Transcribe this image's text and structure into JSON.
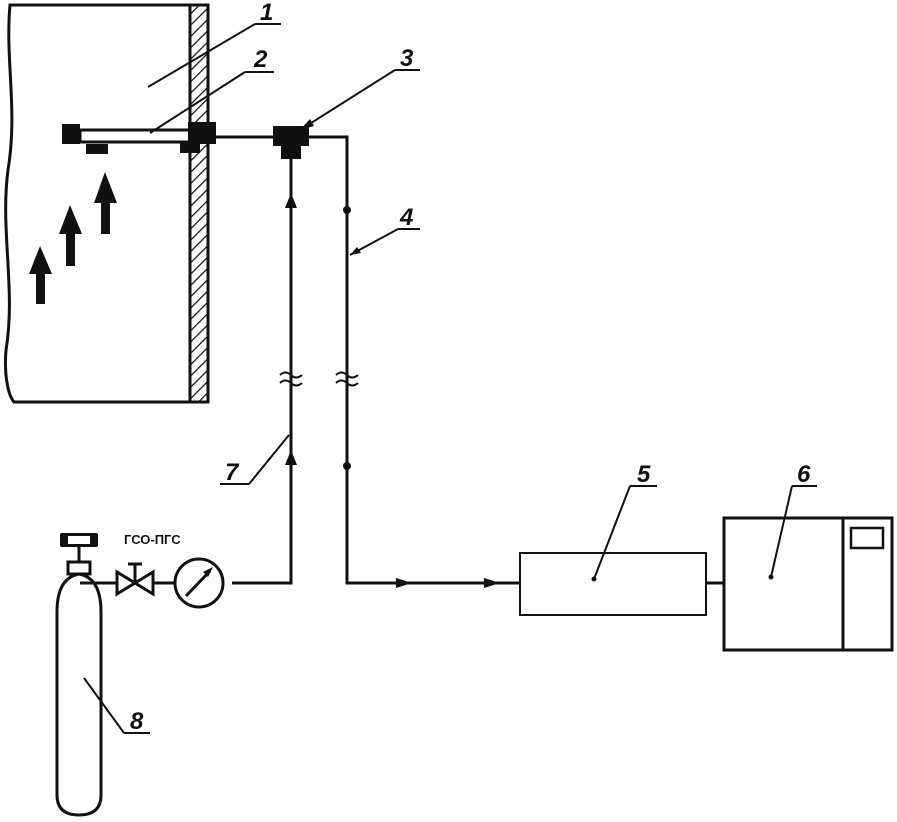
{
  "diagram": {
    "labels": {
      "n1": "1",
      "n2": "2",
      "n3": "3",
      "n4": "4",
      "n5": "5",
      "n6": "6",
      "n7": "7",
      "n8": "8",
      "gas_source": "ГСО-ПГС"
    },
    "colors": {
      "line": "#111111",
      "background": "#ffffff"
    },
    "icons": [
      "gas-cylinder-icon",
      "valve-icon",
      "pressure-gauge-icon",
      "flow-arrow-icon"
    ]
  }
}
